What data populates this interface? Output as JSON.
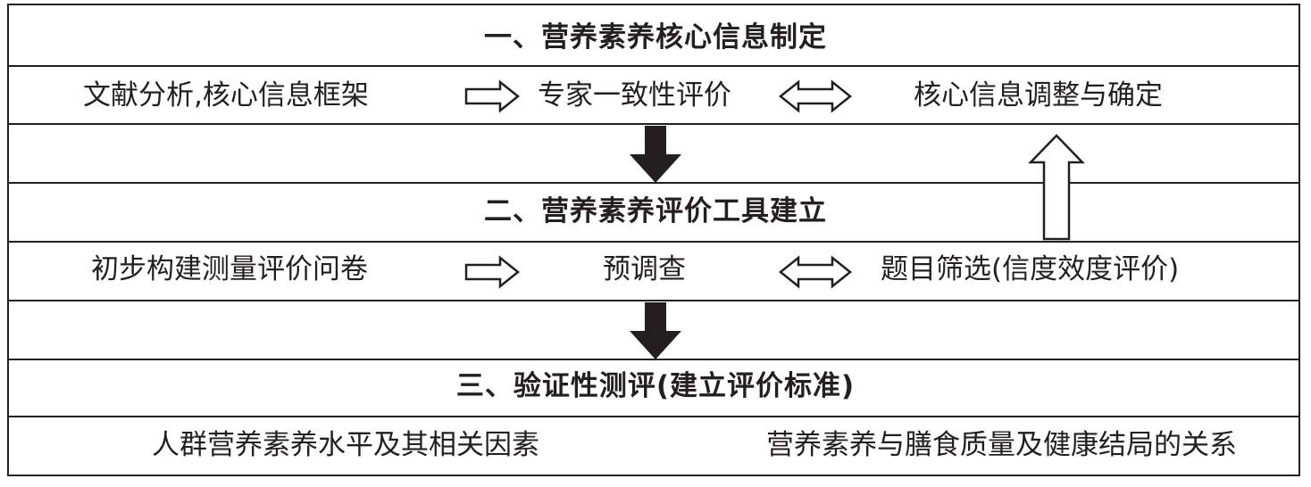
{
  "stages": [
    {
      "title": "一、营养素养核心信息制定",
      "steps": [
        "文献分析,核心信息框架",
        "专家一致性评价",
        "核心信息调整与确定"
      ]
    },
    {
      "title": "二、营养素养评价工具建立",
      "steps": [
        "初步构建测量评价问卷",
        "预调查",
        "题目筛选(信度效度评价)"
      ]
    },
    {
      "title": "三、验证性测评(建立评价标准)",
      "steps": [
        "人群营养素养水平及其相关因素",
        "营养素养与膳食质量及健康结局的关系"
      ]
    }
  ],
  "colors": {
    "line": "#231f20",
    "background": "#ffffff"
  }
}
